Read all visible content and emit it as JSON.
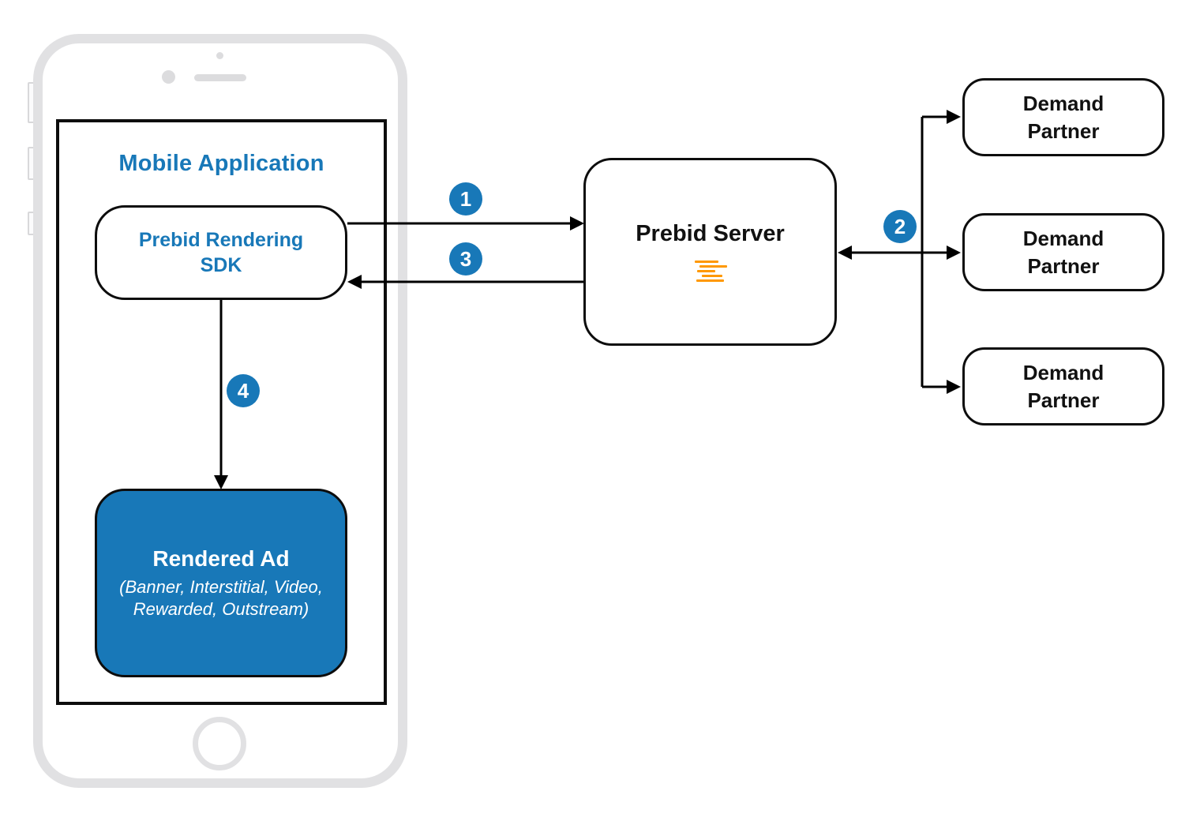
{
  "colors": {
    "accent_blue": "#1878b8",
    "logo_orange": "#ff9800",
    "phone_gray": "#e1e1e3",
    "arrow_black": "#000000"
  },
  "mobile_app": {
    "title": "Mobile Application"
  },
  "sdk": {
    "line1": "Prebid Rendering",
    "line2": "SDK"
  },
  "rendered_ad": {
    "title": "Rendered Ad",
    "subtitle1": "(Banner, Interstitial, Video,",
    "subtitle2": "Rewarded, Outstream)"
  },
  "server": {
    "label": "Prebid Server"
  },
  "partners": [
    {
      "line1": "Demand",
      "line2": "Partner"
    },
    {
      "line1": "Demand",
      "line2": "Partner"
    },
    {
      "line1": "Demand",
      "line2": "Partner"
    }
  ],
  "steps": {
    "s1": "1",
    "s2": "2",
    "s3": "3",
    "s4": "4"
  }
}
